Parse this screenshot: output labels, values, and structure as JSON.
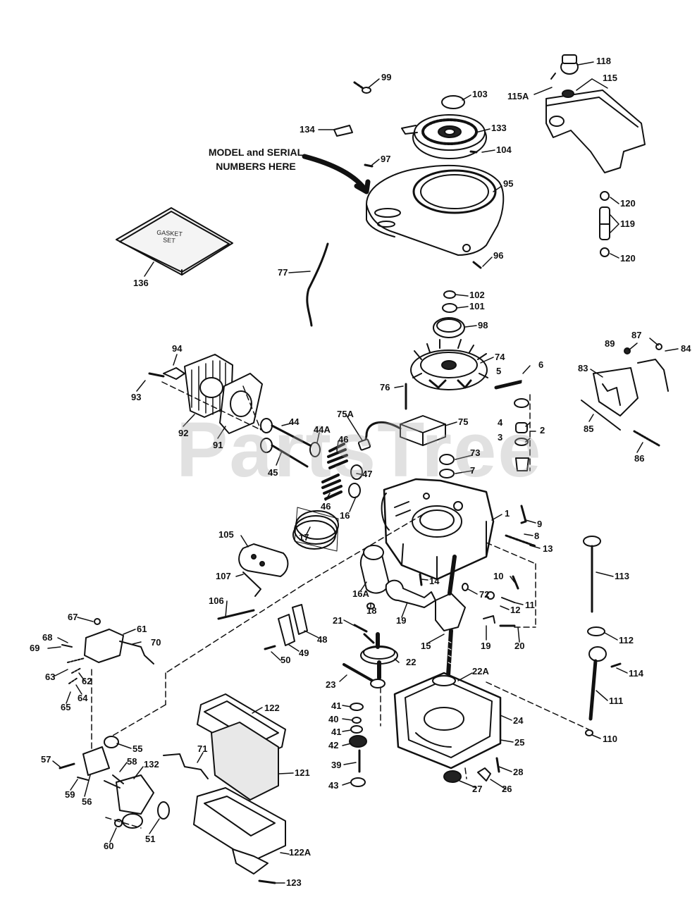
{
  "watermark": "PartsTree",
  "note": {
    "line1": "MODEL and SERIAL",
    "line2": "NUMBERS HERE"
  },
  "gasket_text": {
    "line1": "GASKET",
    "line2": "SET"
  },
  "callouts": [
    "99",
    "103",
    "133",
    "134",
    "104",
    "97",
    "95",
    "96",
    "118",
    "115",
    "115A",
    "120",
    "119",
    "120",
    "136",
    "77",
    "102",
    "101",
    "98",
    "74",
    "76",
    "75A",
    "75",
    "94",
    "93",
    "92",
    "91",
    "44",
    "44A",
    "45",
    "46",
    "47",
    "46",
    "16",
    "73",
    "7",
    "5",
    "6",
    "4",
    "3",
    "2",
    "1",
    "89",
    "87",
    "84",
    "83",
    "85",
    "86",
    "9",
    "8",
    "13",
    "113",
    "17",
    "105",
    "107",
    "106",
    "16A",
    "18",
    "14",
    "72",
    "10",
    "11",
    "12",
    "19",
    "21",
    "15",
    "19",
    "20",
    "112",
    "67",
    "68",
    "69",
    "61",
    "70",
    "63",
    "62",
    "64",
    "65",
    "50",
    "49",
    "48",
    "22",
    "23",
    "22A",
    "114",
    "111",
    "41",
    "40",
    "41",
    "42",
    "39",
    "43",
    "122",
    "121",
    "24",
    "25",
    "28",
    "26",
    "27",
    "110",
    "55",
    "71",
    "57",
    "58",
    "132",
    "59",
    "56",
    "60",
    "51",
    "122A",
    "123"
  ]
}
